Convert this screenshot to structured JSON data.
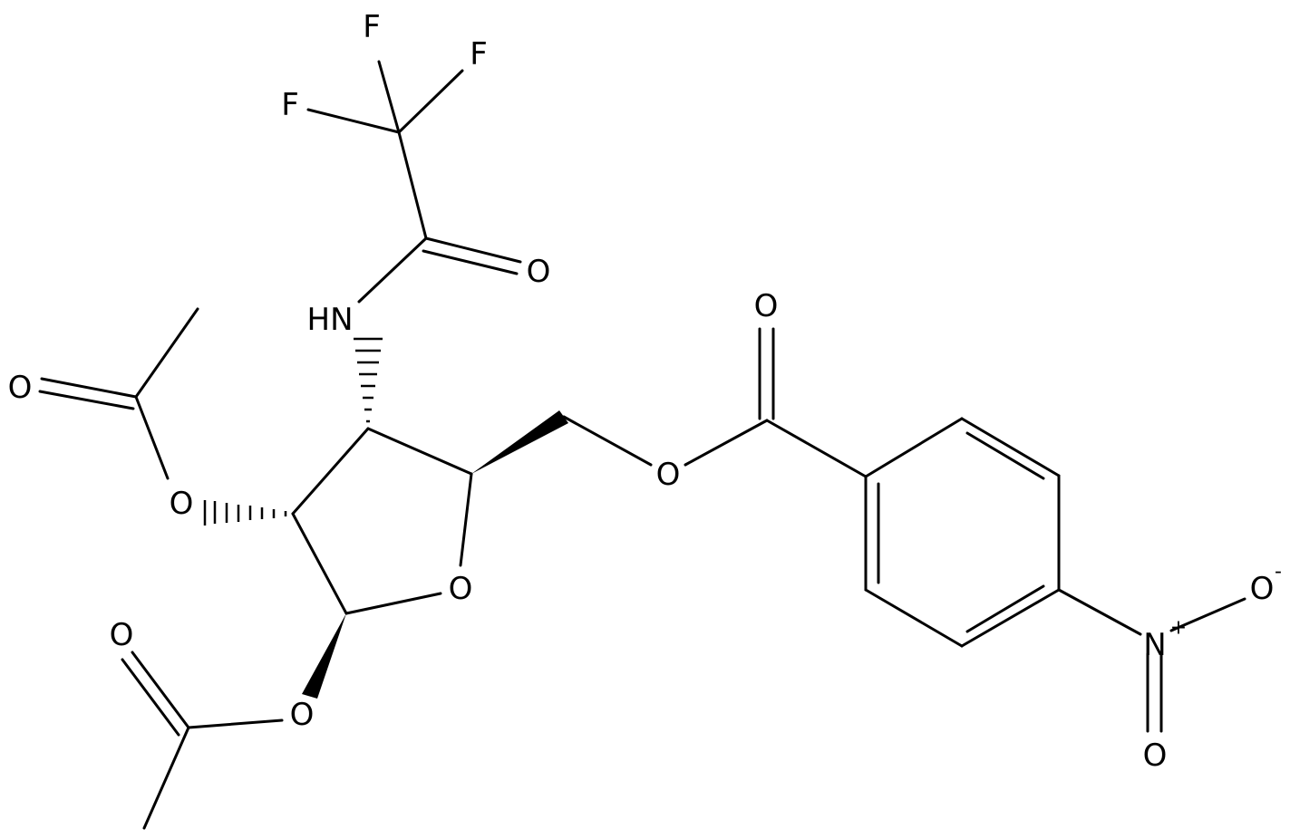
{
  "diagram": {
    "type": "chemical-structure",
    "atom_labels": {
      "f_top": "F",
      "f_right": "F",
      "f_left": "F",
      "amide_o": "O",
      "nh": "HN",
      "ester_carbonyl_o": "O",
      "acetyl2_carbonyl_o": "O",
      "acetyl2_ester_o": "O",
      "ring_o": "O",
      "ester_o": "O",
      "acetyl1_carbonyl_o": "O",
      "acetyl1_ester_o": "O",
      "nitro_n": "N",
      "nitro_o_minus": "O",
      "nitro_o": "O"
    },
    "charges": {
      "nitro_n": "+",
      "nitro_o_minus": "-"
    }
  }
}
